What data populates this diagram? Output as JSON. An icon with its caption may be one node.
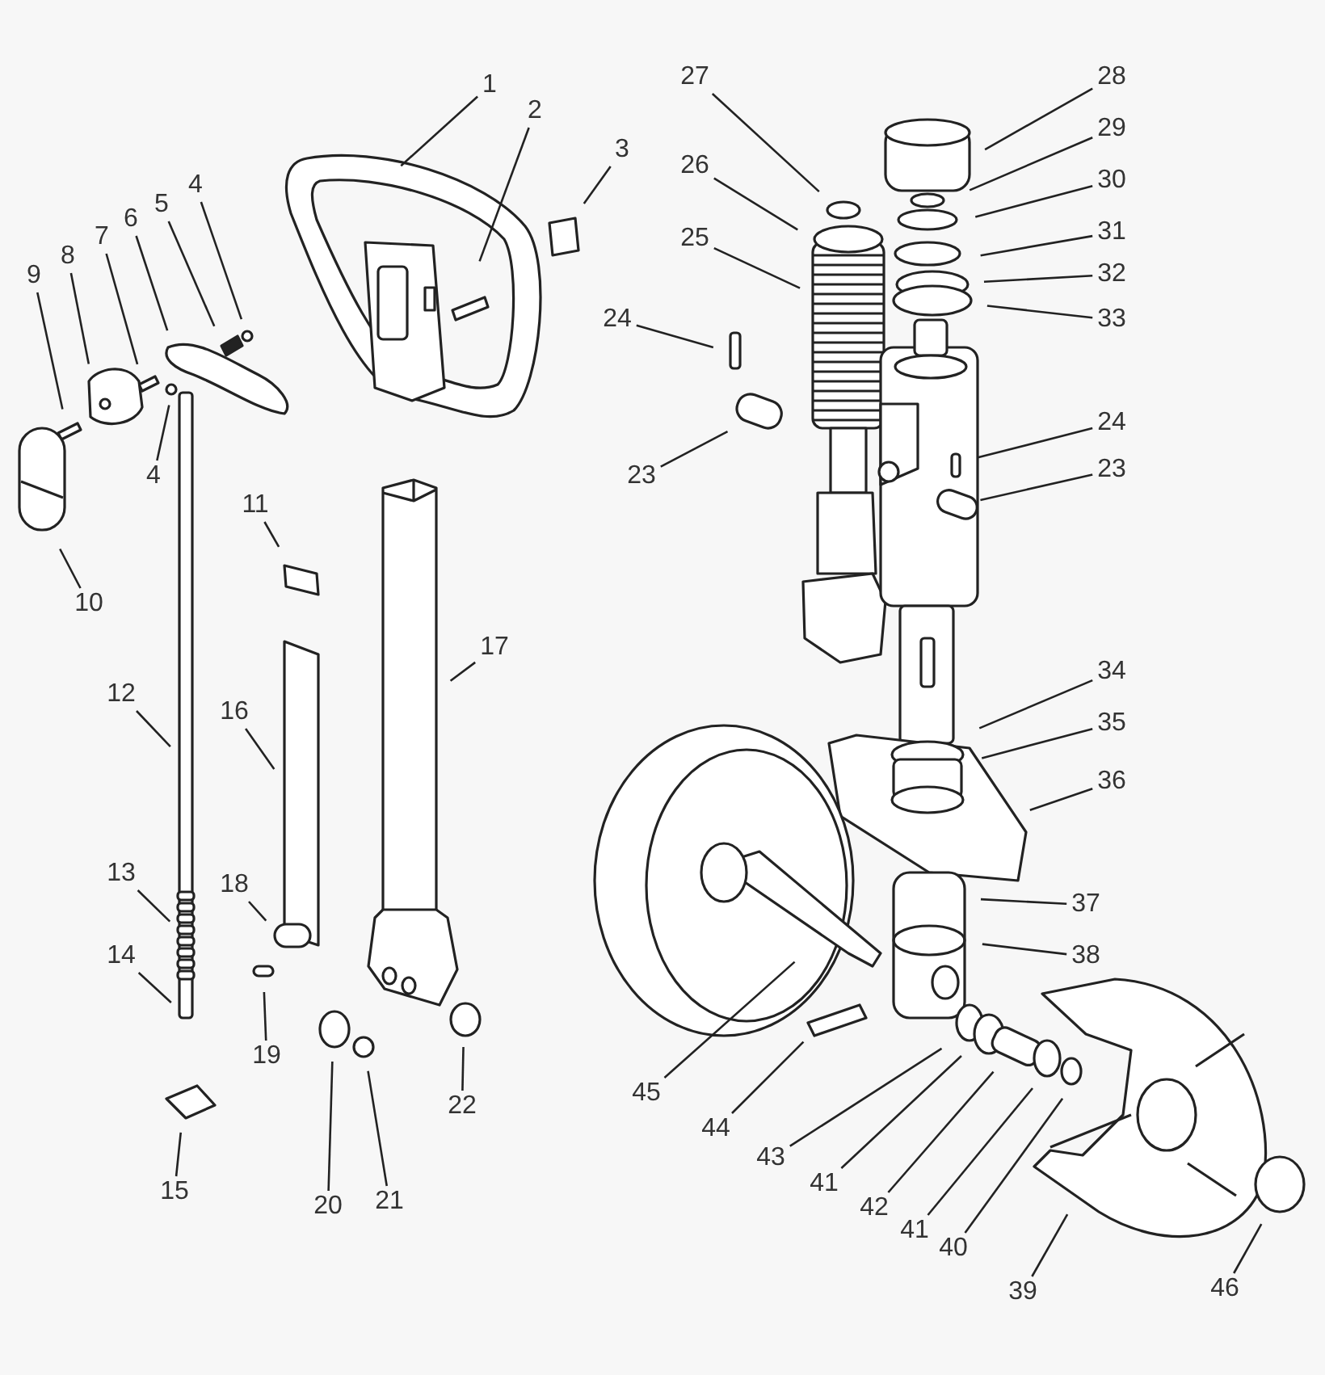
{
  "diagram": {
    "nodes": [
      {
        "text": [
          "1"
        ]
      },
      {
        "text": [
          "2"
        ]
      },
      {
        "text": [
          "3"
        ]
      },
      {
        "text": [
          "4"
        ]
      },
      {
        "text": [
          "5"
        ]
      },
      {
        "text": [
          "6"
        ]
      },
      {
        "text": [
          "7"
        ]
      },
      {
        "text": [
          "8"
        ]
      },
      {
        "text": [
          "9"
        ]
      },
      {
        "text": [
          "10"
        ]
      },
      {
        "text": [
          "4"
        ]
      },
      {
        "text": [
          "11"
        ]
      },
      {
        "text": [
          "12"
        ]
      },
      {
        "text": [
          "13"
        ]
      },
      {
        "text": [
          "14"
        ]
      },
      {
        "text": [
          "15"
        ]
      },
      {
        "text": [
          "16"
        ]
      },
      {
        "text": [
          "17"
        ]
      },
      {
        "text": [
          "18"
        ]
      },
      {
        "text": [
          "19"
        ]
      },
      {
        "text": [
          "20"
        ]
      },
      {
        "text": [
          "21"
        ]
      },
      {
        "text": [
          "22"
        ]
      },
      {
        "text": [
          "23"
        ]
      },
      {
        "text": [
          "24"
        ]
      },
      {
        "text": [
          "25"
        ]
      },
      {
        "text": [
          "26"
        ]
      },
      {
        "text": [
          "27"
        ]
      },
      {
        "text": [
          "28"
        ]
      },
      {
        "text": [
          "29"
        ]
      },
      {
        "text": [
          "30"
        ]
      },
      {
        "text": [
          "31"
        ]
      },
      {
        "text": [
          "32"
        ]
      },
      {
        "text": [
          "33"
        ]
      },
      {
        "text": [
          "24"
        ]
      },
      {
        "text": [
          "23"
        ]
      },
      {
        "text": [
          "34"
        ]
      },
      {
        "text": [
          "35"
        ]
      },
      {
        "text": [
          "36"
        ]
      },
      {
        "text": [
          "37"
        ]
      },
      {
        "text": [
          "38"
        ]
      },
      {
        "text": [
          "39"
        ]
      },
      {
        "text": [
          "40"
        ]
      },
      {
        "text": [
          "41"
        ]
      },
      {
        "text": [
          "42"
        ]
      },
      {
        "text": [
          "41"
        ]
      },
      {
        "text": [
          "43"
        ]
      },
      {
        "text": [
          "44"
        ]
      },
      {
        "text": [
          "45"
        ]
      },
      {
        "text": [
          "46"
        ]
      }
    ],
    "edges": [
      {
        "from": 0,
        "to": null,
        "arrow": "none"
      },
      {
        "from": 1,
        "to": null,
        "arrow": "none"
      },
      {
        "from": 2,
        "to": null,
        "arrow": "none"
      },
      {
        "from": 3,
        "to": null,
        "arrow": "none"
      },
      {
        "from": 4,
        "to": null,
        "arrow": "none"
      },
      {
        "from": 5,
        "to": null,
        "arrow": "none"
      },
      {
        "from": 6,
        "to": null,
        "arrow": "none"
      },
      {
        "from": 7,
        "to": null,
        "arrow": "none"
      },
      {
        "from": 8,
        "to": null,
        "arrow": "none"
      },
      {
        "from": 9,
        "to": null,
        "arrow": "none"
      },
      {
        "from": 10,
        "to": null,
        "arrow": "none"
      },
      {
        "from": 11,
        "to": null,
        "arrow": "none"
      },
      {
        "from": 12,
        "to": null,
        "arrow": "none"
      },
      {
        "from": 13,
        "to": null,
        "arrow": "none"
      },
      {
        "from": 14,
        "to": null,
        "arrow": "none"
      },
      {
        "from": 15,
        "to": null,
        "arrow": "none"
      },
      {
        "from": 16,
        "to": null,
        "arrow": "none"
      },
      {
        "from": 17,
        "to": null,
        "arrow": "none"
      },
      {
        "from": 18,
        "to": null,
        "arrow": "none"
      },
      {
        "from": 19,
        "to": null,
        "arrow": "none"
      },
      {
        "from": 20,
        "to": null,
        "arrow": "none"
      },
      {
        "from": 21,
        "to": null,
        "arrow": "none"
      },
      {
        "from": 22,
        "to": null,
        "arrow": "none"
      },
      {
        "from": 23,
        "to": null,
        "arrow": "none"
      },
      {
        "from": 24,
        "to": null,
        "arrow": "none"
      },
      {
        "from": 25,
        "to": null,
        "arrow": "none"
      },
      {
        "from": 26,
        "to": null,
        "arrow": "none"
      },
      {
        "from": 27,
        "to": null,
        "arrow": "none"
      },
      {
        "from": 28,
        "to": null,
        "arrow": "none"
      },
      {
        "from": 29,
        "to": null,
        "arrow": "none"
      },
      {
        "from": 30,
        "to": null,
        "arrow": "none"
      },
      {
        "from": 31,
        "to": null,
        "arrow": "none"
      },
      {
        "from": 32,
        "to": null,
        "arrow": "none"
      },
      {
        "from": 33,
        "to": null,
        "arrow": "none"
      },
      {
        "from": 34,
        "to": null,
        "arrow": "none"
      },
      {
        "from": 35,
        "to": null,
        "arrow": "none"
      },
      {
        "from": 36,
        "to": null,
        "arrow": "none"
      },
      {
        "from": 37,
        "to": null,
        "arrow": "none"
      },
      {
        "from": 38,
        "to": null,
        "arrow": "none"
      },
      {
        "from": 39,
        "to": null,
        "arrow": "none"
      },
      {
        "from": 40,
        "to": null,
        "arrow": "none"
      },
      {
        "from": 41,
        "to": null,
        "arrow": "none"
      },
      {
        "from": 42,
        "to": null,
        "arrow": "none"
      },
      {
        "from": 43,
        "to": null,
        "arrow": "none"
      },
      {
        "from": 44,
        "to": null,
        "arrow": "none"
      },
      {
        "from": 45,
        "to": null,
        "arrow": "none"
      },
      {
        "from": 46,
        "to": null,
        "arrow": "none"
      },
      {
        "from": 47,
        "to": null,
        "arrow": "none"
      },
      {
        "from": 48,
        "to": null,
        "arrow": "none"
      },
      {
        "from": 49,
        "to": null,
        "arrow": "none"
      }
    ]
  }
}
